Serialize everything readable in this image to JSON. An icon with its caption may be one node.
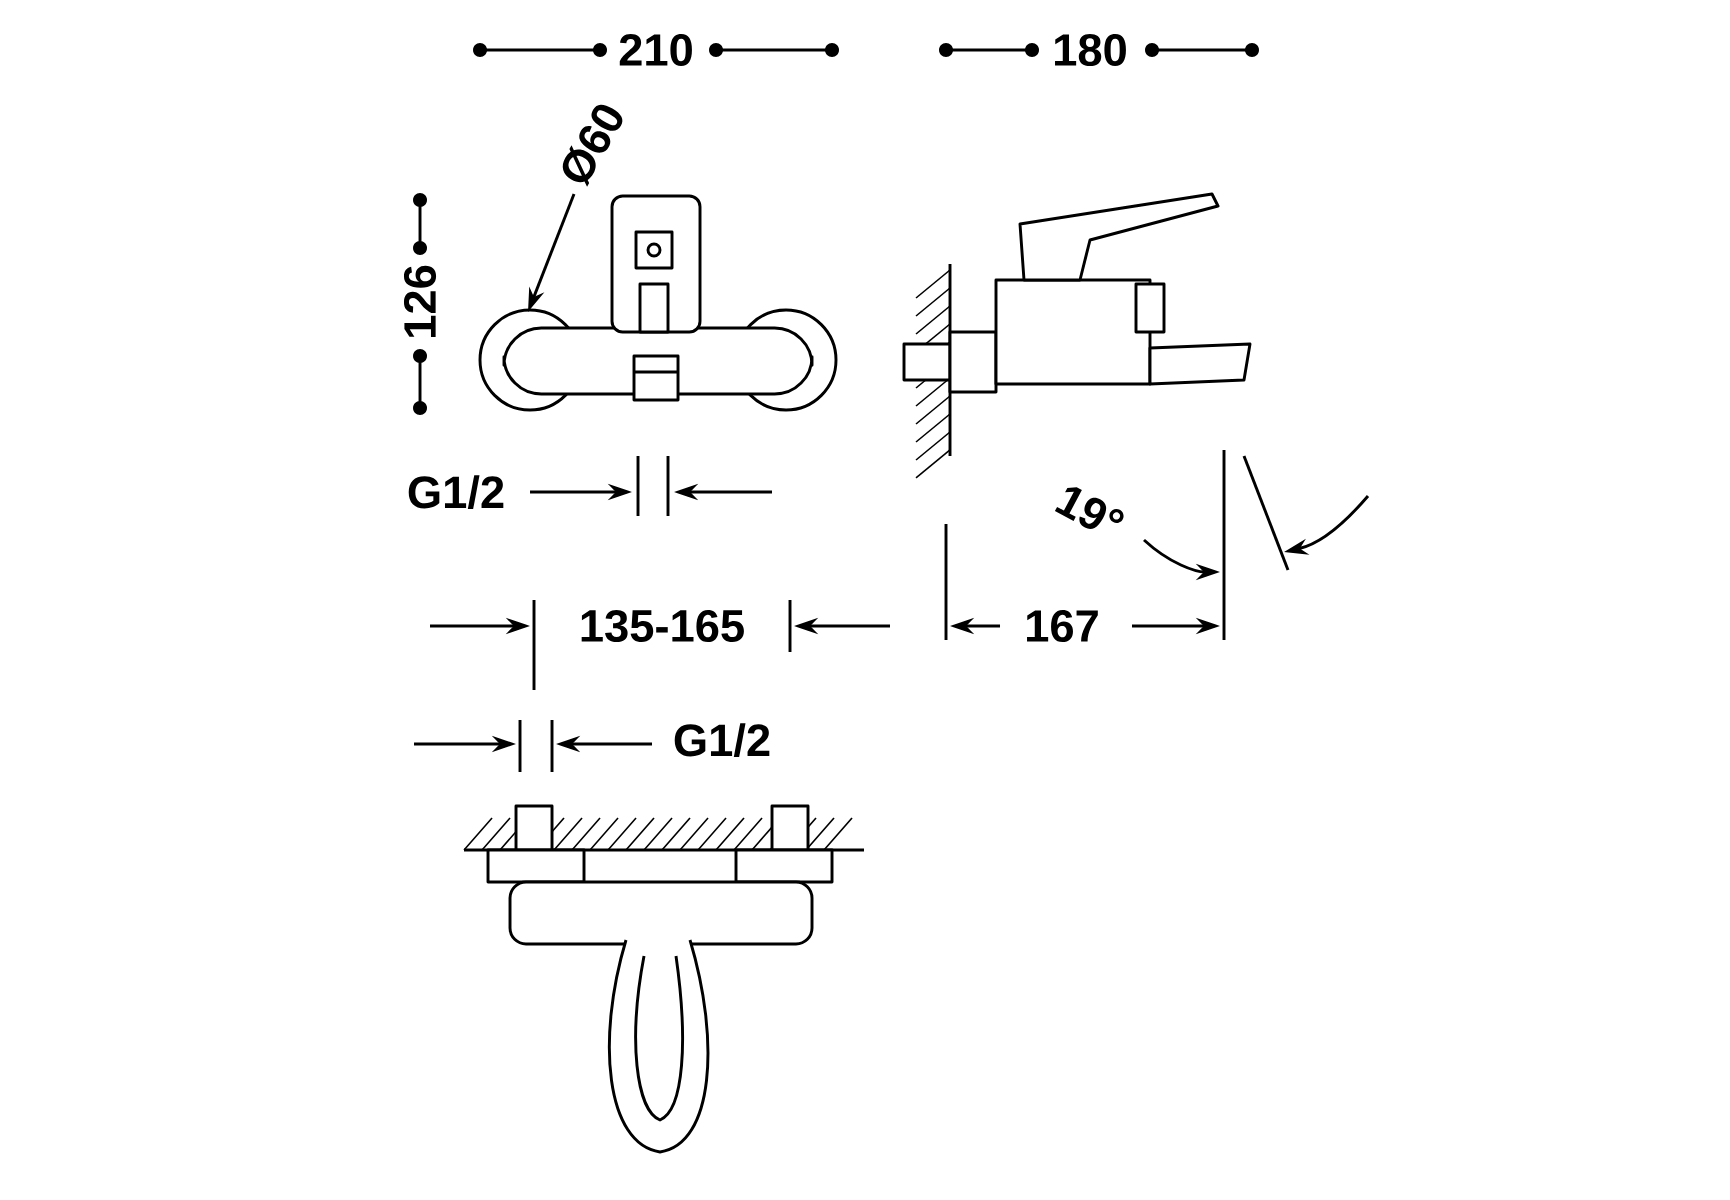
{
  "diagram": {
    "labels": [
      "210",
      "180",
      "Ø60",
      "126",
      "G1/2",
      "19°",
      "135-165",
      "167",
      "G1/2"
    ]
  }
}
